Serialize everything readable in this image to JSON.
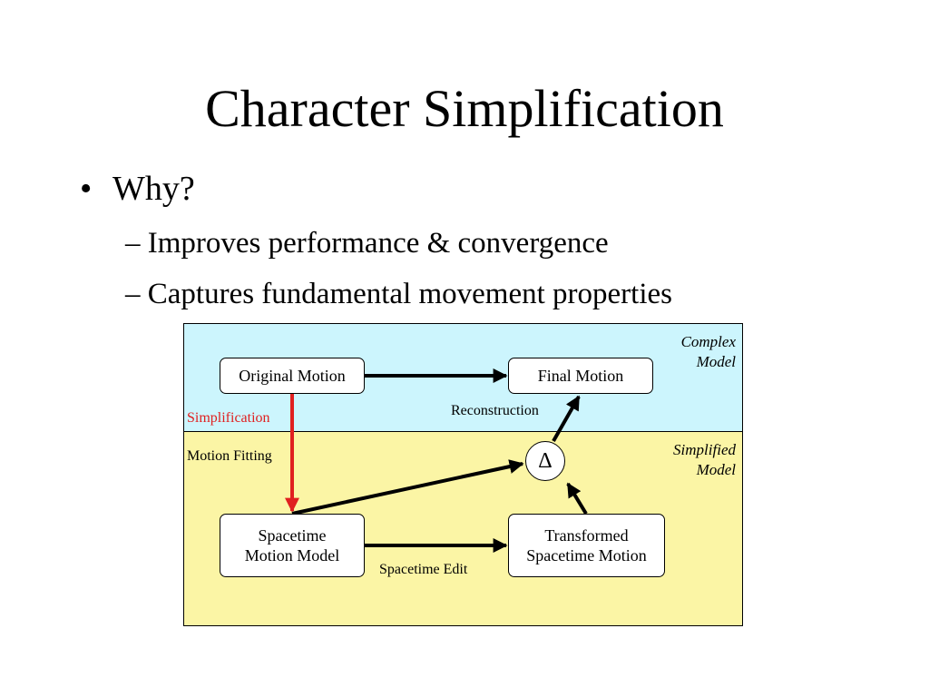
{
  "slide": {
    "title": "Character Simplification",
    "bullet": {
      "marker": "•",
      "text": "Why?"
    },
    "sub_bullets": [
      "– Improves performance & convergence",
      "– Captures fundamental movement properties"
    ]
  },
  "diagram": {
    "regions": {
      "complex": {
        "label_line1": "Complex",
        "label_line2": "Model",
        "color": "#ccf5fd"
      },
      "simplified": {
        "label_line1": "Simplified",
        "label_line2": "Model",
        "color": "#fbf5a5"
      }
    },
    "nodes": {
      "original_motion": "Original Motion",
      "final_motion": "Final Motion",
      "spacetime_line1": "Spacetime",
      "spacetime_line2": "Motion Model",
      "transformed_line1": "Transformed",
      "transformed_line2": "Spacetime Motion",
      "delta": "Δ"
    },
    "edge_labels": {
      "simplification": "Simplification",
      "motion_fitting": "Motion Fitting",
      "reconstruction": "Reconstruction",
      "spacetime_edit": "Spacetime Edit"
    },
    "colors": {
      "simplification_arrow": "#e02020",
      "arrow": "#000000"
    }
  }
}
